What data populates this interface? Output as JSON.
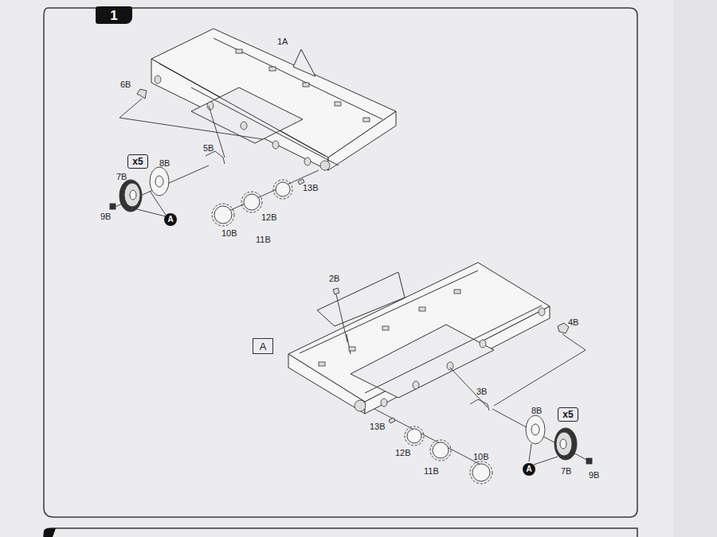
{
  "diagram": {
    "nodes": [
      {
        "text": [
          "1"
        ]
      },
      {
        "text": [
          "x5"
        ]
      },
      {
        "text": [
          "A"
        ]
      },
      {
        "text": [
          "A"
        ]
      },
      {
        "text": [
          "x5"
        ]
      },
      {
        "text": [
          "A"
        ]
      }
    ],
    "labels": [
      "1A",
      "6B",
      "5B",
      "8B",
      "7B",
      "9B",
      "13B",
      "12B",
      "11B",
      "10B",
      "2B",
      "4B",
      "3B",
      "8B",
      "13B",
      "12B",
      "11B",
      "10B",
      "7B",
      "9B"
    ]
  }
}
